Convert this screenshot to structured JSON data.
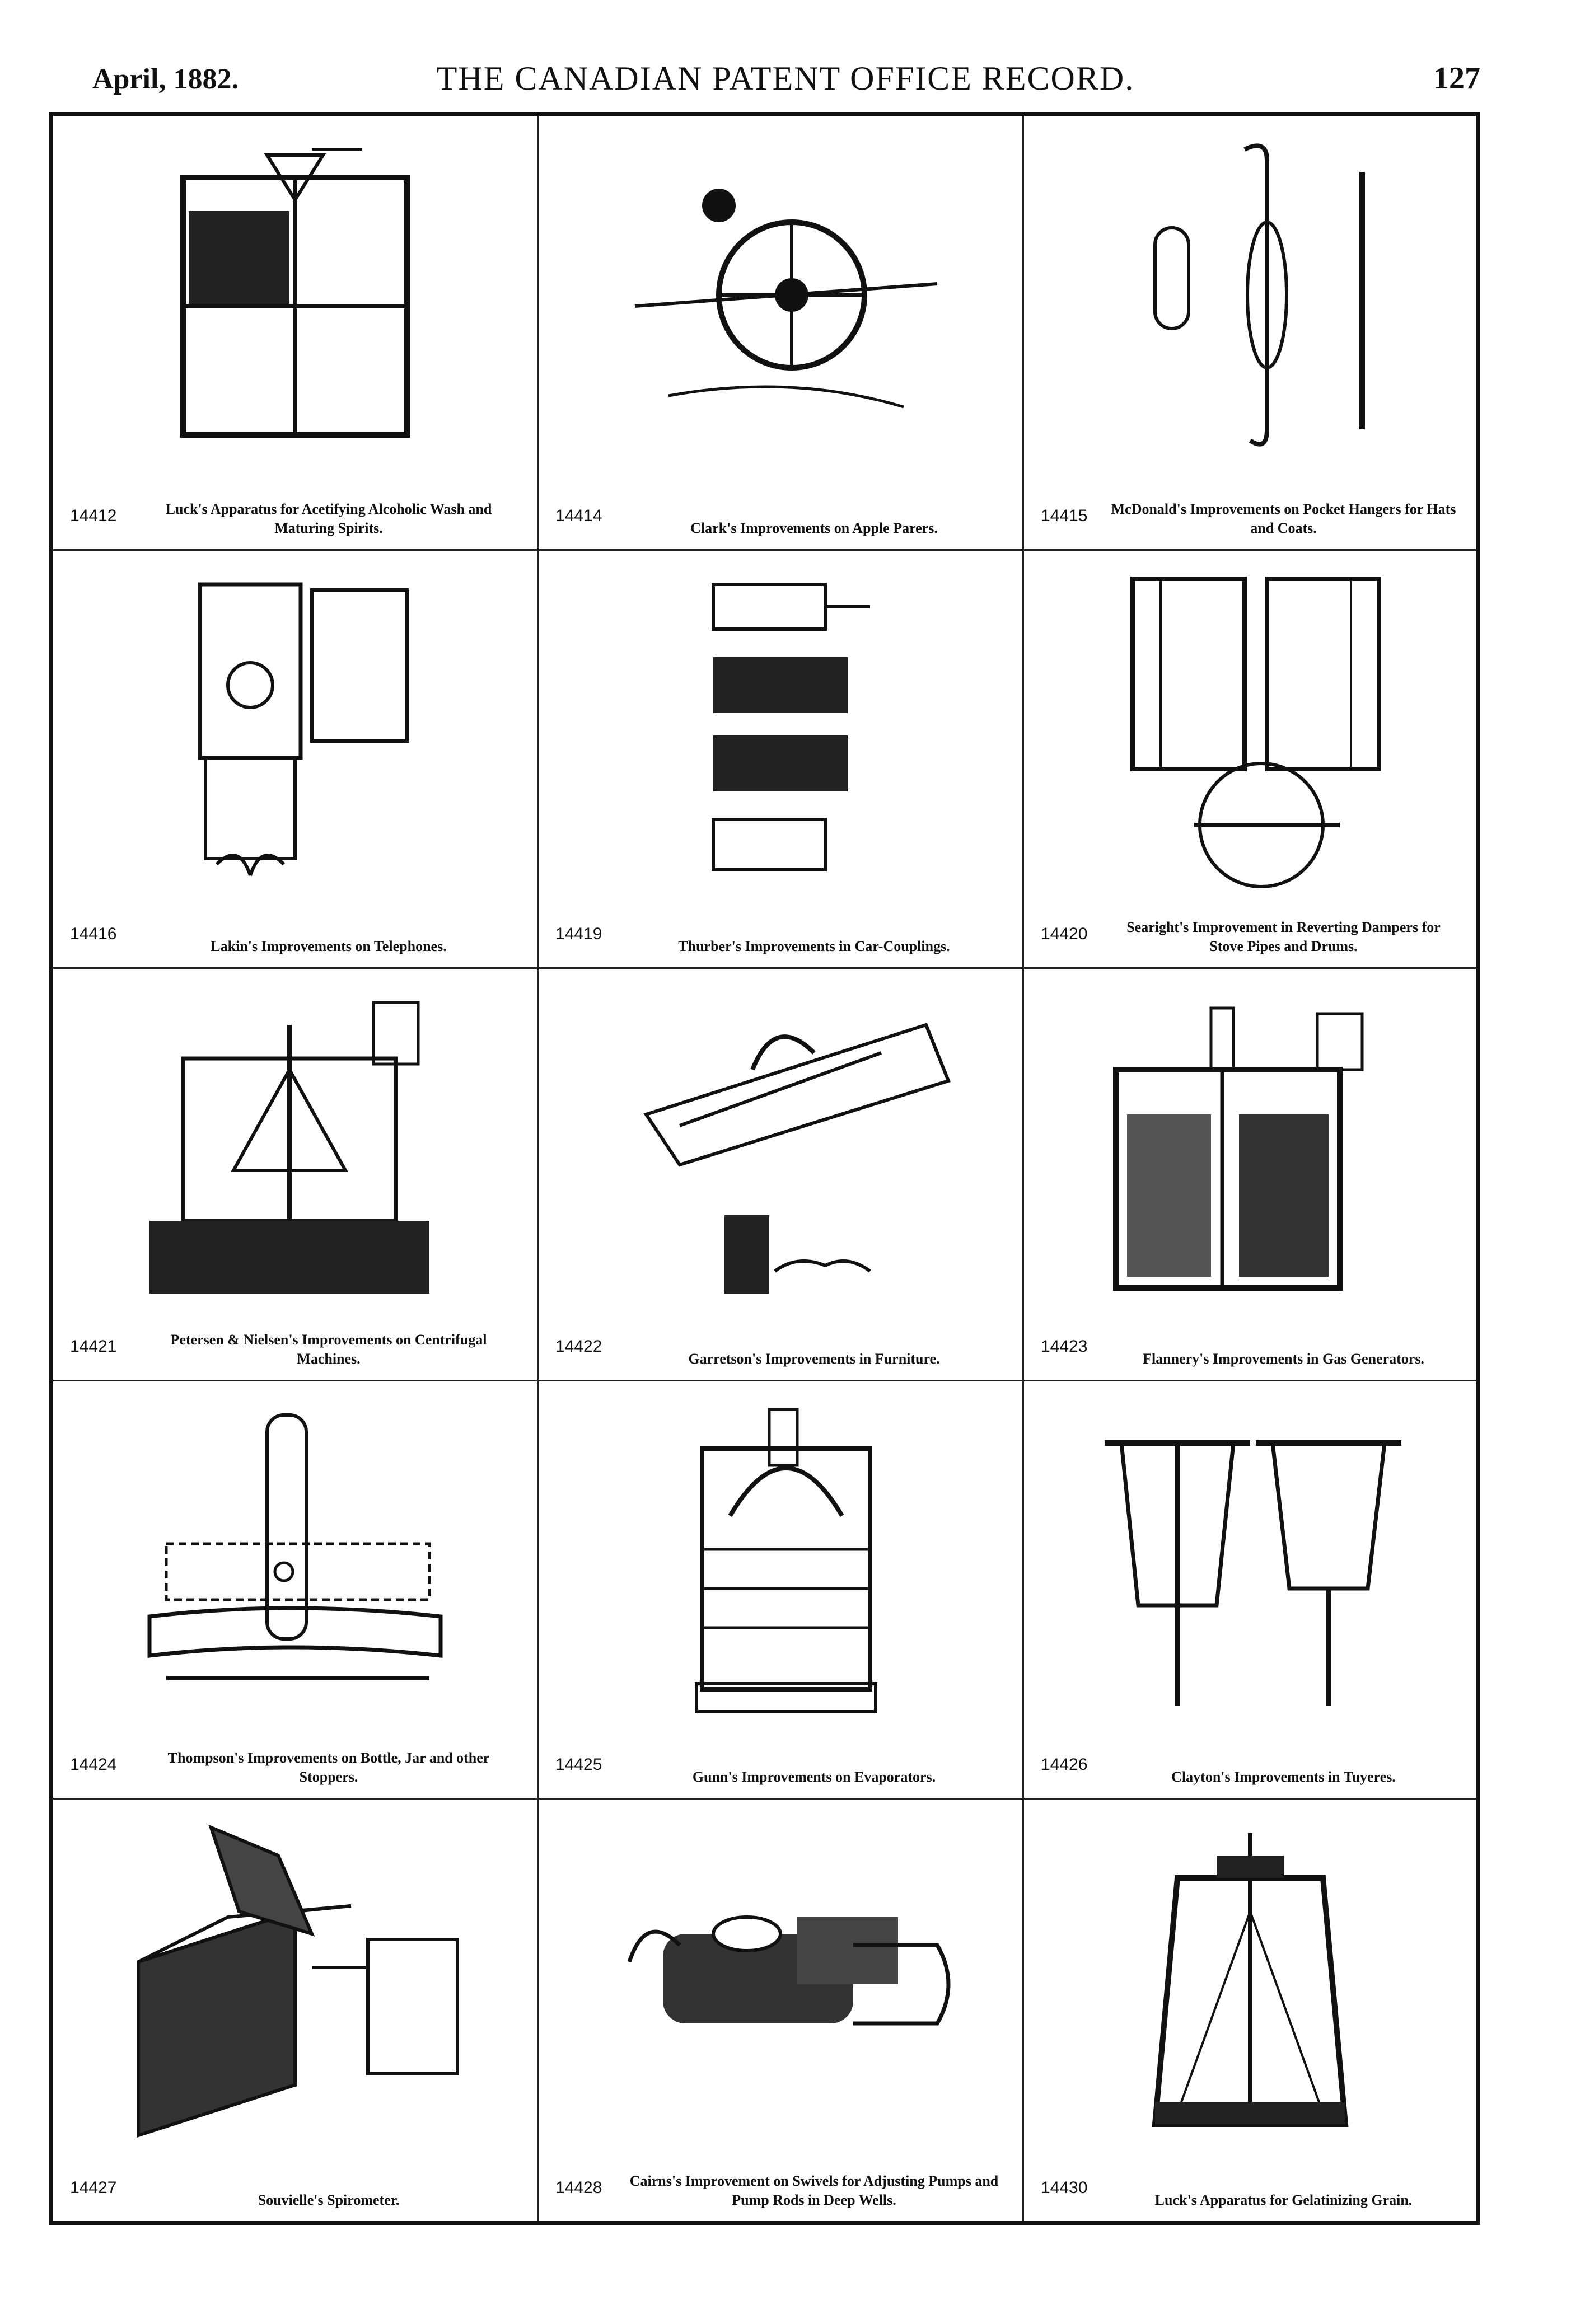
{
  "header": {
    "date": "April, 1882.",
    "title": "THE CANADIAN PATENT OFFICE RECORD.",
    "page": "127"
  },
  "patents": [
    {
      "number": "14412",
      "caption": "Luck's Apparatus for Acetifying Alcoholic Wash and Maturing Spirits.",
      "icon": "vat-drawing-icon"
    },
    {
      "number": "14414",
      "caption": "Clark's Improvements on Apple Parers.",
      "icon": "gear-wheel-drawing-icon"
    },
    {
      "number": "14415",
      "caption": "McDonald's Improvements on Pocket Hangers for Hats and Coats.",
      "icon": "hook-drawing-icon"
    },
    {
      "number": "14416",
      "caption": "Lakin's Improvements on Telephones.",
      "icon": "telephone-drawing-icon"
    },
    {
      "number": "14419",
      "caption": "Thurber's Improvements in Car-Couplings.",
      "icon": "coupling-drawing-icon"
    },
    {
      "number": "14420",
      "caption": "Searight's Improvement in Reverting Dampers for Stove Pipes and Drums.",
      "icon": "damper-drawing-icon"
    },
    {
      "number": "14421",
      "caption": "Petersen & Nielsen's Improvements on Centrifugal Machines.",
      "icon": "centrifuge-drawing-icon"
    },
    {
      "number": "14422",
      "caption": "Garretson's Improvements in Furniture.",
      "icon": "furniture-drawing-icon"
    },
    {
      "number": "14423",
      "caption": "Flannery's Improvements in Gas Generators.",
      "icon": "gas-generator-drawing-icon"
    },
    {
      "number": "14424",
      "caption": "Thompson's Improvements on Bottle, Jar and other Stoppers.",
      "icon": "stopper-drawing-icon"
    },
    {
      "number": "14425",
      "caption": "Gunn's Improvements on Evaporators.",
      "icon": "evaporator-drawing-icon"
    },
    {
      "number": "14426",
      "caption": "Clayton's Improvements in Tuyeres.",
      "icon": "tuyere-drawing-icon"
    },
    {
      "number": "14427",
      "caption": "Souvielle's Spirometer.",
      "icon": "spirometer-drawing-icon"
    },
    {
      "number": "14428",
      "caption": "Cairns's Improvement on Swivels for Adjusting Pumps and Pump Rods in Deep Wells.",
      "icon": "swivel-drawing-icon"
    },
    {
      "number": "14430",
      "caption": "Luck's Apparatus for Gelatinizing Grain.",
      "icon": "grain-apparatus-drawing-icon"
    }
  ]
}
